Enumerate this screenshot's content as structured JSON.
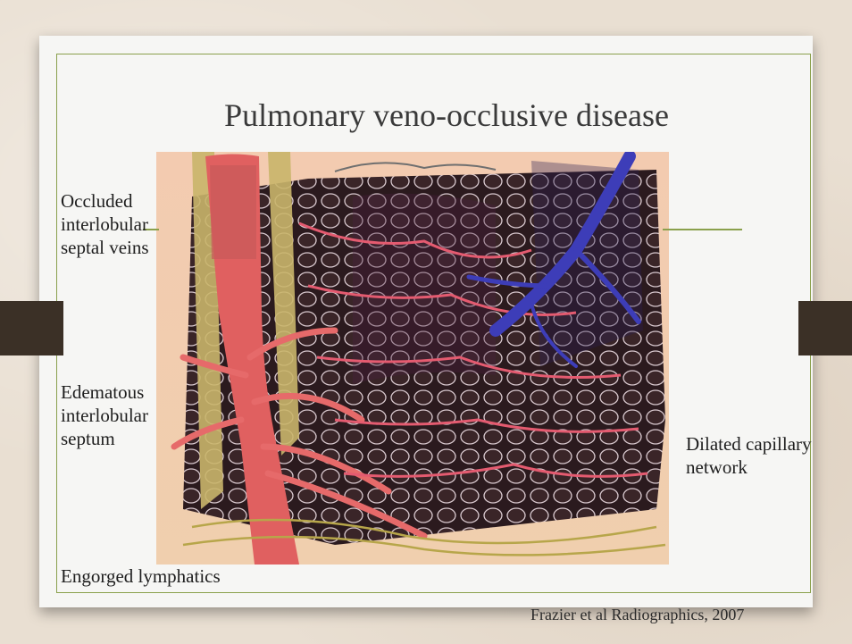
{
  "slide": {
    "title": "Pulmonary veno-occlusive disease",
    "labels": {
      "occluded": "Occluded\ninterlobular\nseptal veins",
      "edematous": "Edematous\ninterlobular\nseptum",
      "dilated": "Dilated capillary\nnetwork",
      "engorged": "Engorged lymphatics"
    },
    "citation": "Frazier et al Radiographics, 2007"
  },
  "colors": {
    "background": "#e9dfd2",
    "accent_line": "#8aa04c",
    "tab": "#3b3026",
    "lung_tissue": "#2b1a1e",
    "artery": "#e06060",
    "vein": "#3d3db8",
    "lymphatic": "#b7a64a"
  }
}
